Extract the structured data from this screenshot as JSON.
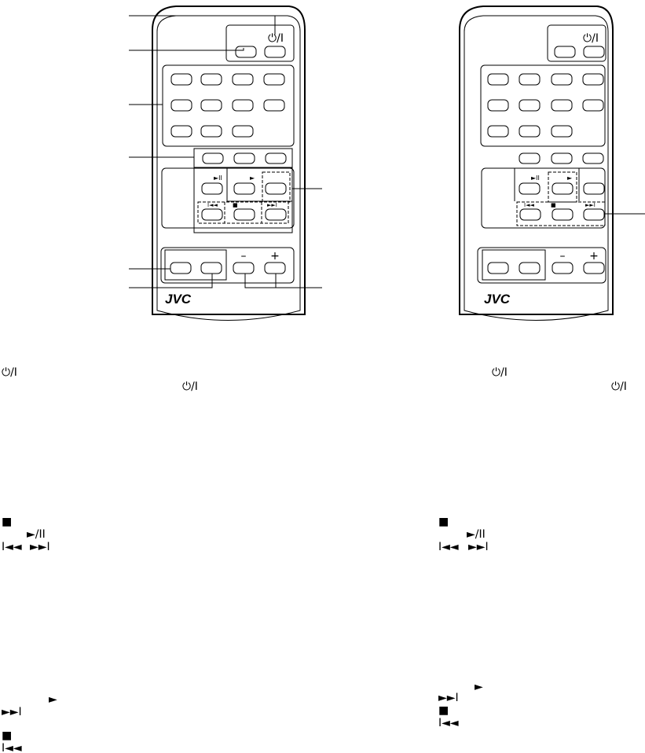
{
  "remotes": [
    {
      "brand": "JVC",
      "power_symbol": "⏻/I",
      "volume_minus_symbol": "–",
      "volume_plus_symbol": "+"
    },
    {
      "brand": "JVC",
      "power_symbol": "⏻/I",
      "volume_minus_symbol": "–",
      "volume_plus_symbol": "+"
    }
  ],
  "symbols": {
    "power": "⏻/I",
    "stop": "■",
    "play_pause": "►/II",
    "skip_back": "I◄◄",
    "skip_forward": "►►I",
    "play": "►"
  }
}
